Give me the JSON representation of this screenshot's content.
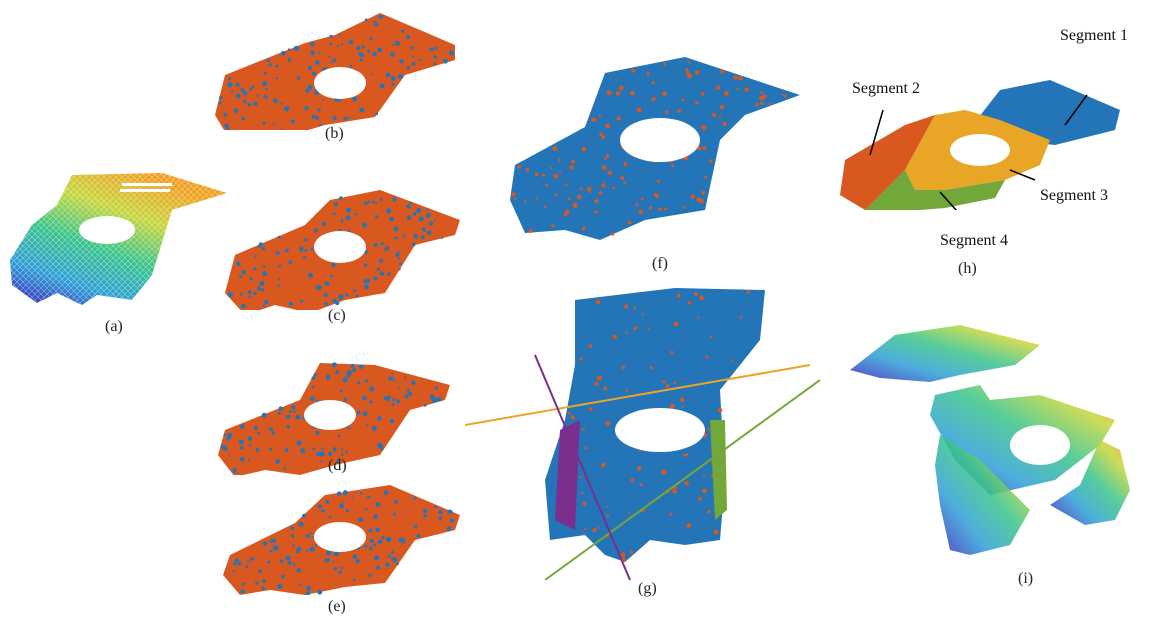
{
  "panels": {
    "a": "(a)",
    "b": "(b)",
    "c": "(c)",
    "d": "(d)",
    "e": "(e)",
    "f": "(f)",
    "g": "(g)",
    "h": "(h)",
    "i": "(i)"
  },
  "segments": {
    "s1": "Segment 1",
    "s2": "Segment 2",
    "s3": "Segment 3",
    "s4": "Segment 4"
  },
  "colors": {
    "blue": "#2474b8",
    "orange": "#d9581f",
    "yellow": "#e8a526",
    "green": "#72a83a",
    "purple": "#7a2f8f"
  }
}
